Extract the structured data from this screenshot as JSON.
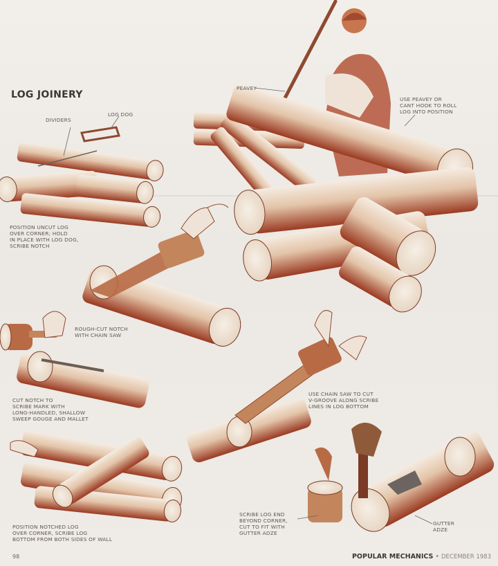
{
  "article": {
    "title": "LOG JOINERY",
    "page_number": "98",
    "publication": "POPULAR MECHANICS",
    "separator": "•",
    "issue_date": "DECEMBER 1983"
  },
  "callouts": {
    "dividers": "DIVIDERS",
    "log_dog": "LOG DOG",
    "peavey": "PEAVEY",
    "gutter_adze": "GUTTER\nADZE"
  },
  "captions": [
    {
      "id": "peavey-roll",
      "text": "USE PEAVEY OR\nCANT HOOK TO ROLL\nLOG INTO POSITION"
    },
    {
      "id": "position-uncut",
      "text": "POSITION UNCUT LOG\nOVER CORNER; HOLD\nIN PLACE WITH LOG DOG,\nSCRIBE NOTCH"
    },
    {
      "id": "rough-cut",
      "text": "ROUGH-CUT NOTCH\nWITH CHAIN SAW"
    },
    {
      "id": "cut-notch",
      "text": "CUT NOTCH TO\nSCRIBE MARK WITH\nLONG-HANDLED, SHALLOW\nSWEEP GOUGE AND MALLET"
    },
    {
      "id": "v-groove",
      "text": "USE CHAIN SAW TO CUT\nV-GROOVE ALONG SCRIBE\nLINES IN LOG BOTTOM"
    },
    {
      "id": "position-notched",
      "text": "POSITION NOTCHED LOG\nOVER CORNER, SCRIBE LOG\nBOTTOM FROM BOTH SIDES OF WALL"
    },
    {
      "id": "scribe-end",
      "text": "SCRIBE LOG END\nBEYOND CORNER,\nCUT TO FIT WITH\nGUTTER ADZE"
    }
  ],
  "palette": {
    "paper": "#efebe6",
    "ink": "#3b3734",
    "wood_light": "#f3e6d8",
    "wood_mid": "#c98a62",
    "wood_dark": "#8e2f1c"
  }
}
